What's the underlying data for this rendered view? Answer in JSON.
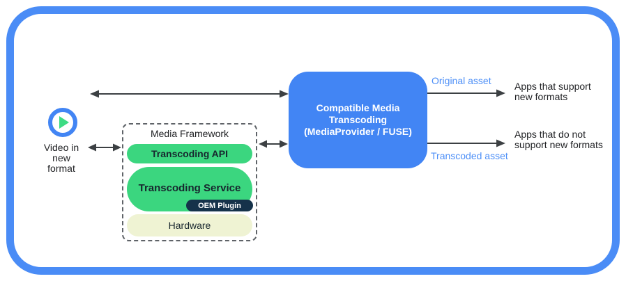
{
  "colors": {
    "frame_border": "#4A8CF6",
    "primary_blue": "#4285F4",
    "asset_label_blue": "#4D8FF7",
    "pill_green": "#3BD67F",
    "pill_cream": "#EFF3D3",
    "pill_navy": "#15324A",
    "play_green": "#3DDC84",
    "arrow_gray": "#3C4043",
    "text_dark": "#202124"
  },
  "video_source": {
    "icon": "play-circle-icon",
    "label": "Video in\nnew\nformat"
  },
  "media_framework": {
    "title": "Media Framework",
    "layers": [
      {
        "label": "Transcoding API"
      },
      {
        "label": "Transcoding Service",
        "sub": "OEM Plugin"
      },
      {
        "label": "Hardware"
      }
    ]
  },
  "transcoding_box": {
    "label": "Compatible Media\nTranscoding\n(MediaProvider / FUSE)"
  },
  "outputs": [
    {
      "asset_label": "Original asset",
      "target": "Apps that support new formats"
    },
    {
      "asset_label": "Transcoded asset",
      "target": "Apps that do not support new formats"
    }
  ]
}
